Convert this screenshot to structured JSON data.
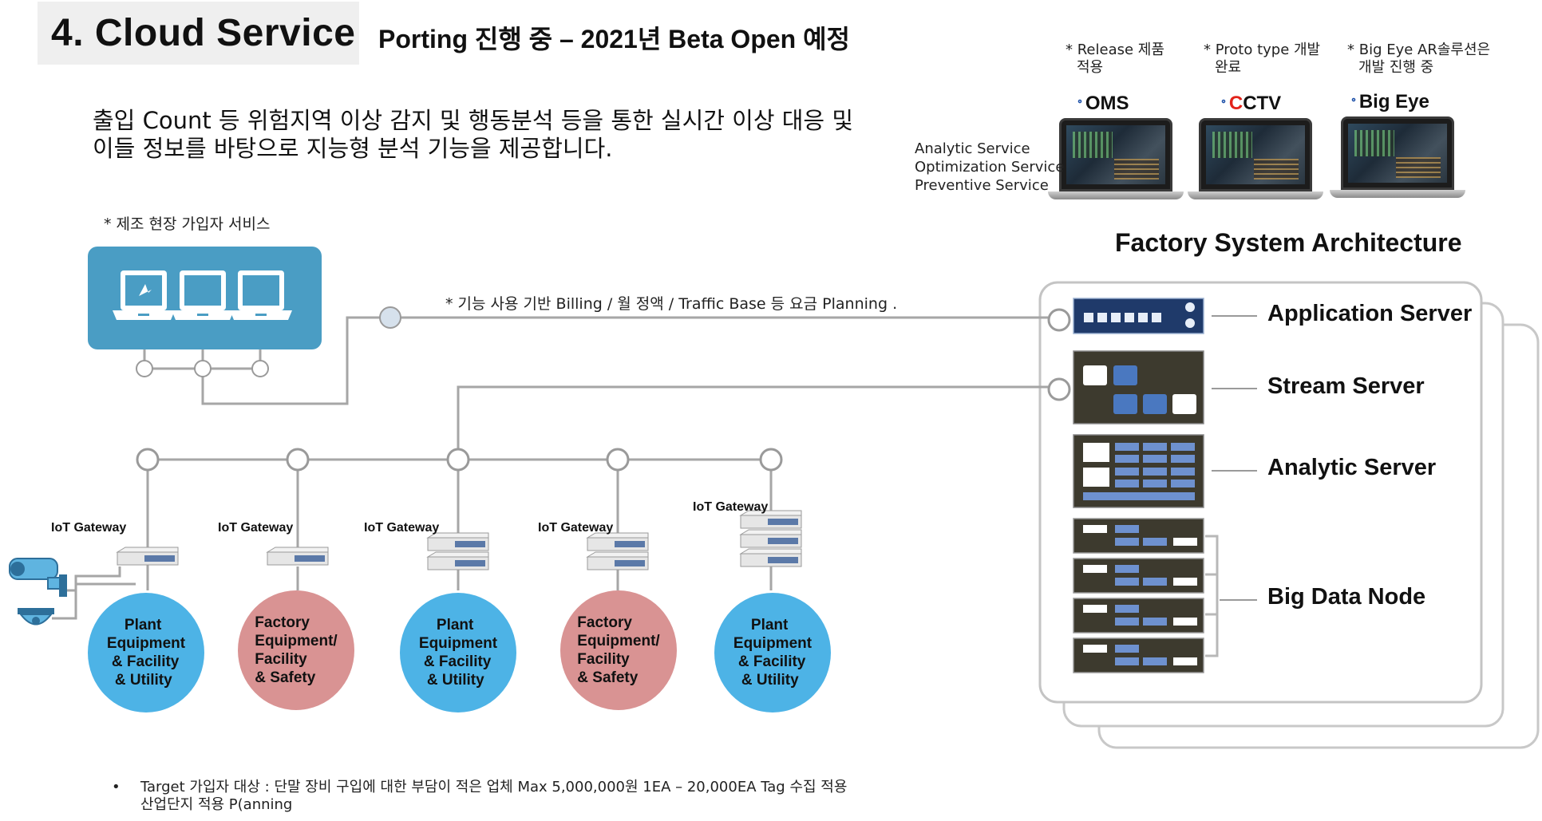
{
  "header": {
    "title": "4. Cloud Service",
    "subtitle": "Porting 진행 중 – 2021년 Beta Open 예정"
  },
  "description": {
    "line1": "출입 Count 등 위험지역 이상 감지 및 행동분석 등을 통한 실시간 이상 대응 및",
    "line2": "이들 정보를 바탕으로 지능형 분석 기능을 제공합니다."
  },
  "products": {
    "services": [
      "Analytic Service",
      "Optimization Service",
      "Preventive Service"
    ],
    "items": [
      {
        "note1": "* Release 제품",
        "note2": "적용",
        "name": "OMS",
        "icon": "oms-logo-icon"
      },
      {
        "note1": "* Proto type 개발",
        "note2": "완료",
        "name_c": "C",
        "name_rest": "CTV",
        "icon": "cctv-logo-icon"
      },
      {
        "note1": "* Big Eye AR솔루션은",
        "note2": "개발 진행 중",
        "name": "Big Eye",
        "icon": "big-eye-logo-icon"
      }
    ]
  },
  "subscriber": {
    "note": "* 제조 현장 가입자 서비스",
    "icons": [
      "laptop-cursor-icon",
      "laptop-icon",
      "laptop-icon"
    ]
  },
  "billing_note": "* 기능 사용 기반 Billing / 월 정액 / Traffic Base 등 요금 Planning .",
  "architecture": {
    "title": "Factory System Architecture",
    "servers": [
      "Application Server",
      "Stream Server",
      "Analytic Server",
      "Big Data Node"
    ]
  },
  "gateways": [
    {
      "label": "IoT Gateway",
      "circle": [
        "Plant",
        "Equipment",
        "& Facility",
        "& Utility"
      ],
      "color": "#4db3e6"
    },
    {
      "label": "IoT Gateway",
      "circle": [
        "Factory",
        "Equipment/",
        "Facility",
        "& Safety"
      ],
      "color": "#d99393"
    },
    {
      "label": "IoT Gateway",
      "circle": [
        "Plant",
        "Equipment",
        "& Facility",
        "& Utility"
      ],
      "color": "#4db3e6"
    },
    {
      "label": "IoT Gateway",
      "circle": [
        "Factory",
        "Equipment/",
        "Facility",
        "& Safety"
      ],
      "color": "#d99393"
    },
    {
      "label": "IoT Gateway",
      "circle": [
        "Plant",
        "Equipment",
        "& Facility",
        "& Utility"
      ],
      "color": "#4db3e6"
    }
  ],
  "devices": [
    "cctv-camera-icon",
    "dome-camera-icon"
  ],
  "footer": {
    "bullet": "•",
    "line1": "Target 가입자 대상 : 단말 장비 구입에 대한 부담이 적은 업체  Max 5,000,000원 1EA – 20,000EA Tag 수집 적용",
    "line2": "산업단지 적용 P(anning"
  },
  "colors": {
    "subscriber_box": "#4a9dc4",
    "blue_circle": "#4db3e6",
    "pink_circle": "#d99393",
    "server_dark": "#3d3a2e",
    "app_server": "#1f3a6a",
    "wire": "#a6a6a6"
  }
}
